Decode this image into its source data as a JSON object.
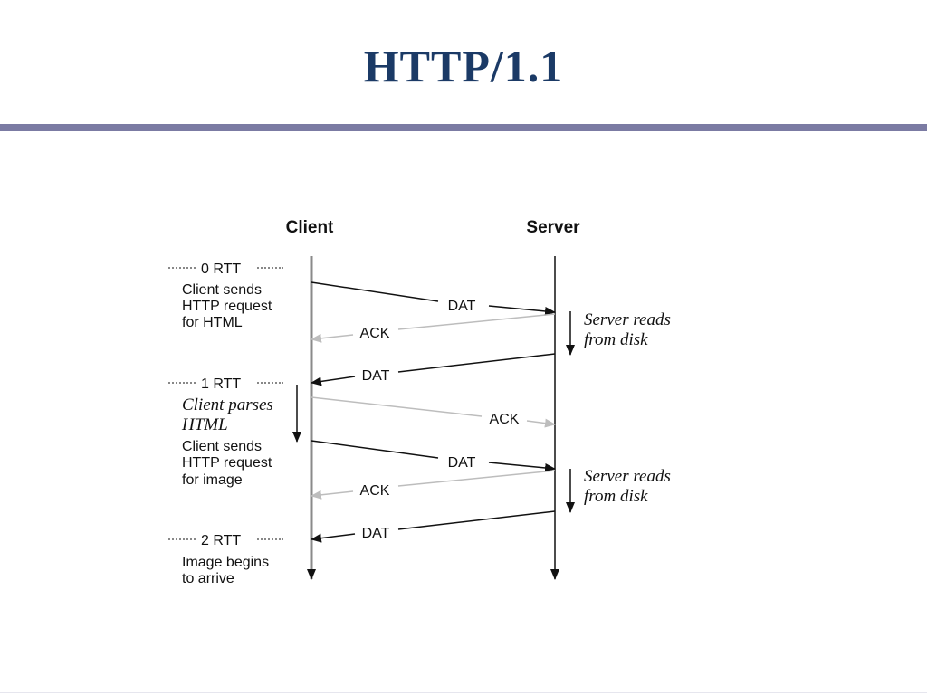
{
  "slide": {
    "title": "HTTP/1.1"
  },
  "diagram": {
    "client_label": "Client",
    "server_label": "Server",
    "rtt_markers": [
      "0 RTT",
      "1 RTT",
      "2 RTT"
    ],
    "client_notes": {
      "send_html": [
        "Client sends",
        "HTTP request",
        "for HTML"
      ],
      "parses": [
        "Client parses",
        "HTML"
      ],
      "send_image": [
        "Client sends",
        "HTTP request",
        "for image"
      ],
      "arrive": [
        "Image begins",
        "to arrive"
      ]
    },
    "server_notes": {
      "reads_1": [
        "Server reads",
        "from disk"
      ],
      "reads_2": [
        "Server reads",
        "from disk"
      ]
    },
    "messages": {
      "dat_1": "DAT",
      "ack_1": "ACK",
      "dat_2": "DAT",
      "ack_2": "ACK",
      "dat_3": "DAT",
      "ack_3": "ACK",
      "dat_4": "DAT"
    },
    "colors": {
      "ack": "#bdbdbd",
      "line": "#111111",
      "title": "#1b3a66",
      "rule": "#7b7ba3"
    }
  }
}
